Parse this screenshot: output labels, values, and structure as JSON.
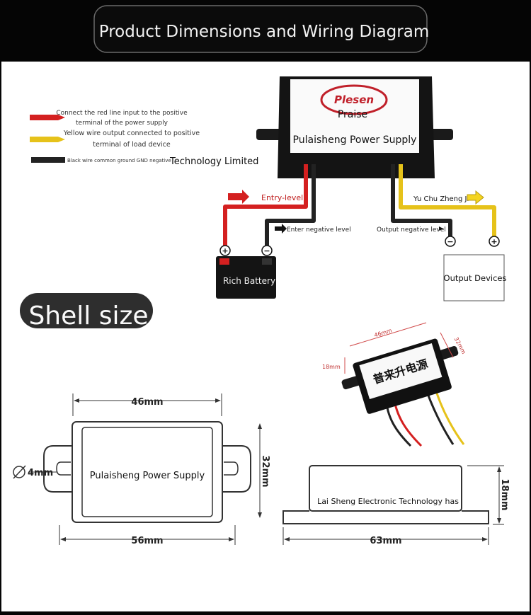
{
  "header": {
    "title": "Product Dimensions and Wiring Diagram"
  },
  "legend": {
    "red": "Connect the red line input to the positive terminal of the power supply",
    "red_line1": "Connect the red line input to the positive",
    "red_line2": "terminal of the power supply",
    "yellow_line1": "Yellow wire output connected to positive",
    "yellow_line2": "terminal of load device",
    "black": "Black wire common ground GND negative"
  },
  "wiring": {
    "company": "Technology Limited",
    "logo": "Plesen",
    "brand": "Praise",
    "product": "Pulaisheng Power Supply",
    "entry_label": "Entry-level",
    "entry_negative_label": "Enter negative level",
    "output_negative_label": "Output negative level",
    "output_label": "Yu Chu Zheng Ji",
    "battery_label": "Rich Battery",
    "output_device_label": "Output Devices",
    "plus": "+",
    "minus": "−"
  },
  "shell": {
    "title": "Shell size",
    "photo_label": "普来升电源",
    "photo_dim_top": "46mm",
    "photo_dim_side": "32mm",
    "photo_dim_height": "18mm"
  },
  "top_view": {
    "width_top": "46mm",
    "width_bottom": "56mm",
    "height": "32mm",
    "hole": "4mm",
    "label": "Pulaisheng Power Supply"
  },
  "side_view": {
    "width": "63mm",
    "height": "18mm",
    "label": "Lai Sheng Electronic Technology has"
  },
  "colors": {
    "red_wire": "#d42020",
    "yellow_wire": "#e6c21a",
    "black_wire": "#222222"
  }
}
